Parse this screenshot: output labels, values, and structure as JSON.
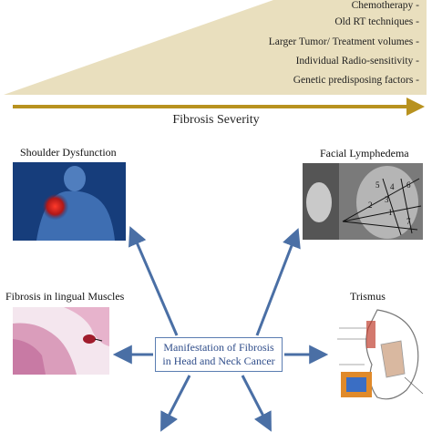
{
  "factors": [
    "Chemotherapy -",
    "Old RT techniques -",
    "Larger Tumor/ Treatment volumes -",
    "Individual Radio-sensitivity -",
    "Genetic predisposing factors -"
  ],
  "severity_label": "Fibrosis Severity",
  "manifestations": {
    "shoulder": "Shoulder Dysfunction",
    "facial": "Facial Lymphedema",
    "lingual": "Fibrosis in lingual Muscles",
    "trismus": "Trismus"
  },
  "center": {
    "line1": "Manifestation of Fibrosis",
    "line2": "in Head and Neck Cancer"
  },
  "face_diagram_numbers": [
    "5",
    "4",
    "6",
    "3",
    "2",
    "1",
    "7"
  ],
  "colors": {
    "wedge": "#e9dfbe",
    "arrow_bar": "#b8921f",
    "arrows": "#4a6fa5",
    "center_border": "#5b7db1",
    "center_text": "#2f4d8a"
  }
}
